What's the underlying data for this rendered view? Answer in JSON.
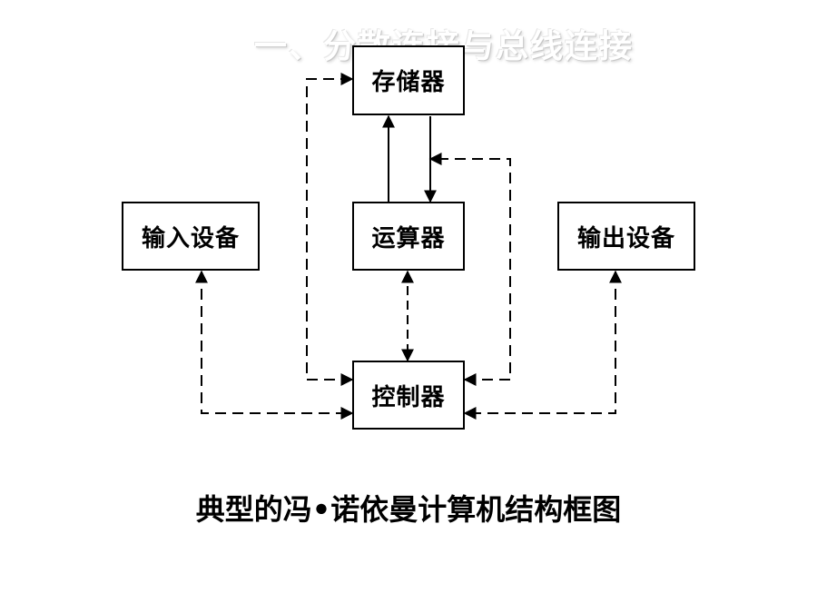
{
  "slide": {
    "heading": "一、分散连接与总线连接",
    "caption": "典型的冯•诺依曼计算机结构框图"
  },
  "diagram": {
    "memory": "存储器",
    "alu": "运算器",
    "input": "输入设备",
    "output": "输出设备",
    "controller": "控制器"
  },
  "colors": {
    "line": "#000000",
    "box_border": "#000000",
    "heading_shadow": "#c8c8c8"
  }
}
